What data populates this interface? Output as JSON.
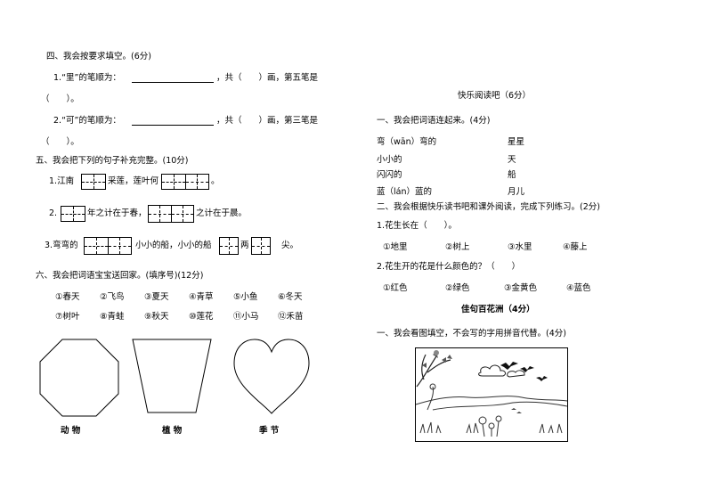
{
  "left": {
    "s4_title": "四、我会按要求填空。(6分)",
    "s4_q1": "1.“里”的笔顺为：",
    "s4_q1_tail": "，共（　　）画，第五笔是",
    "s4_q1_wrap": "（　　）。",
    "s4_q2": "2.“可”的笔顺为：",
    "s4_q2_tail": "，共（　　）画，第三笔是",
    "s4_q2_wrap": "（　　）。",
    "s5_title": "五、我会把下列的句子补充完整。(10分)",
    "s5_l1_a": "1.江南",
    "s5_l1_b": "采莲，莲叶何",
    "s5_l1_c": "。",
    "s5_l2_a": "2.",
    "s5_l2_b": "年之计在于春，",
    "s5_l2_c": "之计在于晨。",
    "s5_l3_a": "3.弯弯的",
    "s5_l3_b": "小小的船，小小的船",
    "s5_l3_c": "两",
    "s5_l3_d": "尖。",
    "s6_title": "六、我会把词语宝宝送回家。(填序号)(12分)",
    "words_row1": [
      "①春天",
      "②飞鸟",
      "③夏天",
      "④青草",
      "⑤小鱼",
      "⑥冬天"
    ],
    "words_row2": [
      "⑦树叶",
      "⑧青蛙",
      "⑨秋天",
      "⑩莲花",
      "⑪小马",
      "⑫禾苗"
    ],
    "shape_labels": [
      "动 物",
      "植 物",
      "季 节"
    ]
  },
  "right": {
    "reading_title": "快乐阅读吧（6分）",
    "r1_title": "一、我会把词语连起来。(4分)",
    "match_left": [
      "弯（wān）弯的",
      "小小的",
      "闪闪的",
      "蓝（lán）蓝的"
    ],
    "match_right": [
      "星星",
      "天",
      "船",
      "月儿"
    ],
    "r2_title": "二、我会根据快乐读书吧和课外阅读，完成下列练习。(2分)",
    "r2_q1": "1.花生长在（　　）。",
    "r2_q1_options": [
      "①地里",
      "②树上",
      "③水里",
      "④藤上"
    ],
    "r2_q2": "2.花生开的花是什么颜色的？（　　）",
    "r2_q2_options": [
      "①红色",
      "②绿色",
      "③金黄色",
      "④蓝色"
    ],
    "poem_title": "佳句百花洲（4分）",
    "p1_title": "一、我会看图填空，不会写的字用拼音代替。(4分)"
  }
}
